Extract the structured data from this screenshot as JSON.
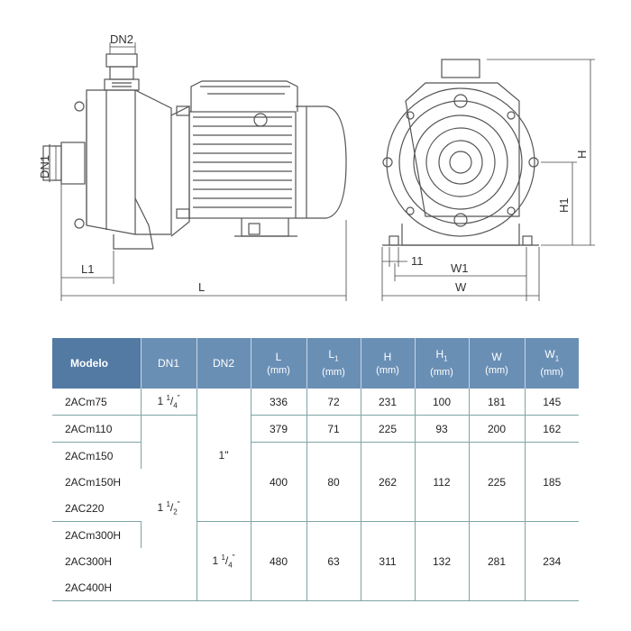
{
  "drawing": {
    "labels": {
      "dn2": "DN2",
      "dn1": "DN1",
      "l1": "L1",
      "l": "L",
      "h": "H",
      "h1": "H1",
      "w1": "W1",
      "w": "W",
      "bolt": "11"
    }
  },
  "table": {
    "headers": {
      "modelo": "Modelo",
      "dn1": "DN1",
      "dn2": "DN2",
      "l": "L",
      "l1_main": "L",
      "l1_sub": "1",
      "h": "H",
      "h1_main": "H",
      "h1_sub": "1",
      "w": "W",
      "w1_main": "W",
      "w1_sub": "1",
      "unit": "(mm)"
    },
    "models": [
      "2ACm75",
      "2ACm110",
      "2ACm150",
      "2ACm150H",
      "2AC220",
      "2ACm300H",
      "2AC300H",
      "2AC400H"
    ],
    "dn1": {
      "a_whole": "1",
      "a_num": "1",
      "a_den": "4",
      "a_mark": "\"",
      "b_whole": "1",
      "b_num": "1",
      "b_den": "2",
      "b_mark": "\""
    },
    "dn2": {
      "a": "1\"",
      "b_whole": "1",
      "b_num": "1",
      "b_den": "4",
      "b_mark": "\""
    },
    "rows": [
      {
        "l": "336",
        "l1": "72",
        "h": "231",
        "h1": "100",
        "w": "181",
        "w1": "145"
      },
      {
        "l": "379",
        "l1": "71",
        "h": "225",
        "h1": "93",
        "w": "200",
        "w1": "162"
      },
      {
        "l": "400",
        "l1": "80",
        "h": "262",
        "h1": "112",
        "w": "225",
        "w1": "185"
      },
      {
        "l": "480",
        "l1": "63",
        "h": "311",
        "h1": "132",
        "w": "281",
        "w1": "234"
      }
    ]
  }
}
